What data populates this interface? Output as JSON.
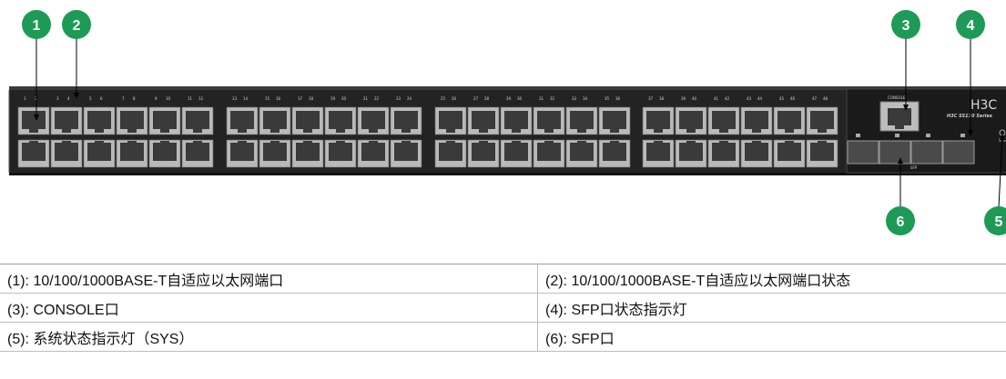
{
  "figure": {
    "panel": {
      "brand": "H3C",
      "series": "H3C S5130 Series",
      "console_label": "CONSOLE",
      "sfp_label": "SFP",
      "sys_label": "SYS",
      "port_row_top": [
        "1",
        "3",
        "5",
        "7",
        "9",
        "11",
        "13",
        "15",
        "17",
        "19",
        "21",
        "23",
        "25",
        "27",
        "29",
        "31",
        "33",
        "35",
        "37",
        "39",
        "41",
        "43",
        "45",
        "47"
      ],
      "port_row_bottom": [
        "2",
        "4",
        "6",
        "8",
        "10",
        "12",
        "14",
        "16",
        "18",
        "20",
        "22",
        "24",
        "26",
        "28",
        "30",
        "32",
        "34",
        "36",
        "38",
        "40",
        "42",
        "44",
        "46",
        "48"
      ]
    },
    "callouts": [
      {
        "id": "1",
        "color": "#1e9a57"
      },
      {
        "id": "2",
        "color": "#1e9a57"
      },
      {
        "id": "3",
        "color": "#1e9a57"
      },
      {
        "id": "4",
        "color": "#1e9a57"
      },
      {
        "id": "5",
        "color": "#1e9a57"
      },
      {
        "id": "6",
        "color": "#1e9a57"
      }
    ]
  },
  "legend": [
    {
      "left": "(1): 10/100/1000BASE-T自适应以太网端口",
      "right": "(2): 10/100/1000BASE-T自适应以太网端口状态"
    },
    {
      "left": "(3): CONSOLE口",
      "right": "(4): SFP口状态指示灯"
    },
    {
      "left": "(5): 系统状态指示灯（SYS）",
      "right": "(6): SFP口"
    }
  ],
  "colors": {
    "panel": "#232323",
    "panel_border": "#555555",
    "port_face": "#b9b9b9",
    "port_hole": "#3a3a3a",
    "callout": "#1e9a57"
  }
}
